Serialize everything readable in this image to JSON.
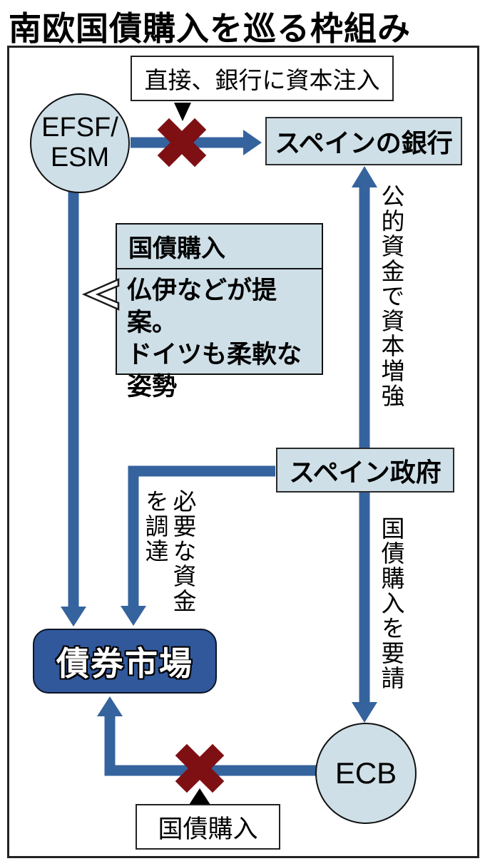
{
  "title": "南欧国債購入を巡る枠組み",
  "colors": {
    "arrow_blue": "#35639e",
    "cross_red": "#7e1014",
    "node_fill": "#cedfe7",
    "market_fill": "#30589b",
    "line_black": "#1a1a1a"
  },
  "nodes": {
    "efsf": {
      "label": "EFSF/\nESM"
    },
    "spain_banks": {
      "label": "スペインの銀行"
    },
    "spain_gov": {
      "label": "スペイン政府"
    },
    "bond_market": {
      "label": "債券市場"
    },
    "ecb": {
      "label": "ECB"
    }
  },
  "labels": {
    "direct_injection": "直接、銀行に資本注入",
    "callout_title": "国債購入",
    "callout_body": "仏伊などが提案。\nドイツも柔軟な\n姿勢",
    "public_funds": "公的資金で資本増強",
    "raise_funds": "必要な資金を調達",
    "request_purchase": "国債購入を要請",
    "bond_purchase": "国債購入"
  }
}
